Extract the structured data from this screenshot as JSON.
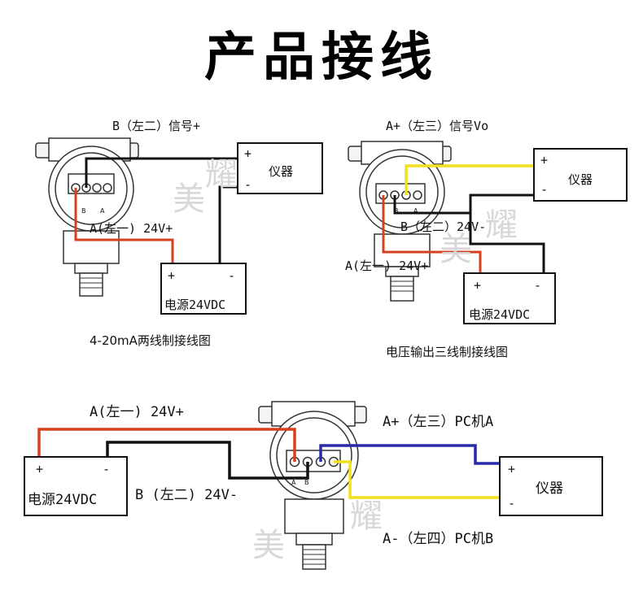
{
  "title": "产品接线",
  "colors": {
    "red": "#d6401c",
    "black": "#111111",
    "yellow": "#f0e020",
    "blue": "#2a2aa8"
  },
  "diagram1": {
    "label_b": "B（左二）信号+",
    "label_a": "A(左一) 24V+",
    "instrument": "仪器",
    "plus": "+",
    "minus": "-",
    "power": "电源24VDC",
    "caption": "4-20mA两线制接线图",
    "term_b": "B",
    "term_a": "A"
  },
  "diagram2": {
    "label_top": "A+（左三）信号Vo",
    "label_b": "B（左二）24V-",
    "label_a": "A(左一) 24V+",
    "instrument": "仪器",
    "plus": "+",
    "minus": "-",
    "power": "电源24VDC",
    "caption": "电压输出三线制接线图",
    "term_b": "B",
    "term_a": "A"
  },
  "diagram3": {
    "label_a": "A(左一) 24V+",
    "label_b": "B (左二) 24V-",
    "label_pca": "A+（左三）PC机A",
    "label_pcb": "A-（左四）PC机B",
    "instrument": "仪器",
    "plus": "+",
    "minus": "-",
    "power": "电源24VDC",
    "term_a": "A",
    "term_b": "B"
  },
  "watermark": {
    "a": "美",
    "b": "耀"
  }
}
